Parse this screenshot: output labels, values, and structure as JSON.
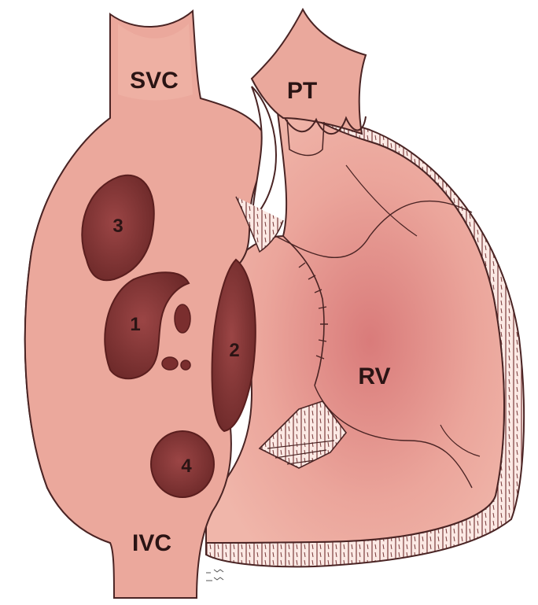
{
  "diagram": {
    "labels": {
      "svc": "SVC",
      "pt": "PT",
      "ivc": "IVC",
      "rv": "RV"
    },
    "defects": [
      {
        "id": "1",
        "label": "1"
      },
      {
        "id": "2",
        "label": "2"
      },
      {
        "id": "3",
        "label": "3"
      },
      {
        "id": "4",
        "label": "4"
      }
    ],
    "credit": "© \n…"
  },
  "colors": {
    "tissue": "#e9a99d",
    "tissue_light": "#f2c3b8",
    "tissue_deep": "#d98a80",
    "outline": "#4a2424",
    "defect": "#8a3a3a",
    "defect_edge": "#5a1e1e",
    "wall": "#fbe9e4"
  }
}
